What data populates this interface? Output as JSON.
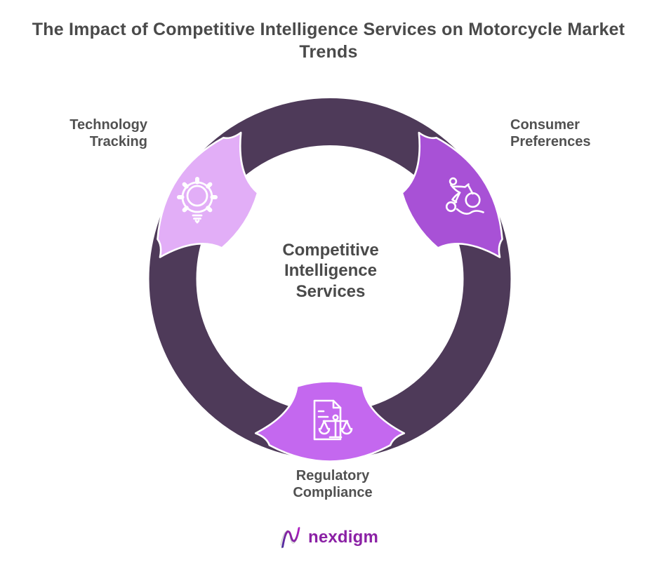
{
  "title": "The Impact of Competitive Intelligence Services on Motorcycle Market Trends",
  "center_label": "Competitive Intelligence Services",
  "segments": [
    {
      "id": "technology-tracking",
      "label": "Technology Tracking",
      "icon": "gear-lightbulb-icon",
      "color": "#e2aef7"
    },
    {
      "id": "consumer-preferences",
      "label": "Consumer Preferences",
      "icon": "motorcycle-rider-icon",
      "color": "#a851d6"
    },
    {
      "id": "regulatory-compliance",
      "label": "Regulatory Compliance",
      "icon": "document-scales-icon",
      "color": "#c468ef"
    }
  ],
  "colors": {
    "ring": "#4e3a59",
    "wedge_outline": "#ffffff",
    "icon_stroke": "#ffffff",
    "title_text": "#4a4a4a",
    "label_text": "#515151",
    "brand_purple": "#8b21a5",
    "background": "#ffffff"
  },
  "footer": {
    "brand": "nexdigm",
    "logo_icon": "nexdigm-n-icon"
  }
}
